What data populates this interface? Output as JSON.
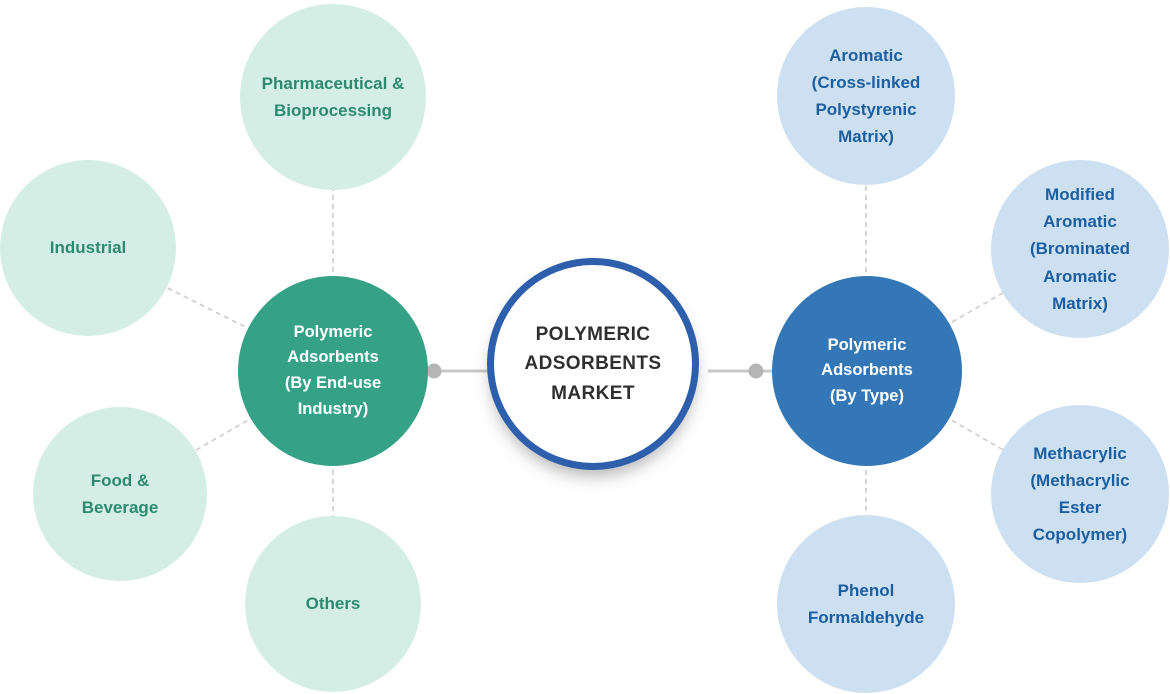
{
  "diagram": {
    "center": {
      "label": "POLYMERIC ADSORBENTS MARKET"
    },
    "left": {
      "hub": {
        "label": "Polymeric Adsorbents (By End-use Industry)"
      },
      "satellites": [
        {
          "label": "Pharmaceutical & Bioprocessing"
        },
        {
          "label": "Industrial"
        },
        {
          "label": "Food & Beverage"
        },
        {
          "label": "Others"
        }
      ]
    },
    "right": {
      "hub": {
        "label": "Polymeric Adsorbents (By Type)"
      },
      "satellites": [
        {
          "label": "Aromatic (Cross-linked Polystyrenic Matrix)"
        },
        {
          "label": "Modified Aromatic (Brominated Aromatic Matrix)"
        },
        {
          "label": "Methacrylic (Methacrylic Ester Copolymer)"
        },
        {
          "label": "Phenol Formaldehyde"
        }
      ]
    },
    "colors": {
      "center_border": "#2d5fac",
      "center_text": "#2f2f2f",
      "hub_left_fill": "#35a287",
      "hub_right_fill": "#3377b6",
      "satellite_left_fill": "#d4eee5",
      "satellite_left_text": "#2d8a70",
      "satellite_right_fill": "#cde0f1",
      "satellite_right_text": "#1c5ea0",
      "connector_line": "#cccccc",
      "connector_dot": "#b5b5b5"
    }
  }
}
